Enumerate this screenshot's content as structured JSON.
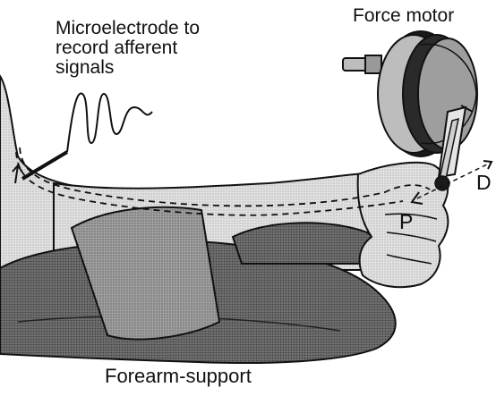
{
  "labels": {
    "microelectrode": [
      "Microelectrode to",
      "record afferent",
      "signals"
    ],
    "force_motor": "Force motor",
    "forearm_support": "Forearm-support",
    "direction_distal": "D",
    "direction_proximal": "P"
  },
  "colors": {
    "background": "#ffffff",
    "ink": "#111111",
    "skin_shade": "#d9d9d9",
    "support_shade": "#707070",
    "strap_shade": "#9a9a9a",
    "motor_dark": "#1a1a1a",
    "motor_light": "#bdbdbd"
  }
}
